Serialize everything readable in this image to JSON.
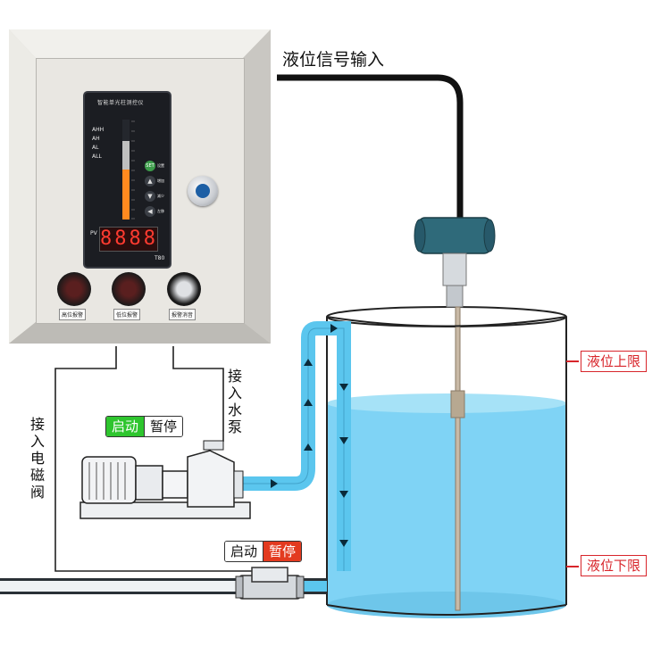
{
  "signal_label": "液位信号输入",
  "level_upper_label": "液位上限",
  "level_lower_label": "液位下限",
  "pump_label_chars": [
    "接",
    "入",
    "水",
    "泵"
  ],
  "valve_label_chars": [
    "接",
    "入",
    "电",
    "磁",
    "阀"
  ],
  "pump_control": {
    "start": "启动",
    "stop": "暂停",
    "active": "start"
  },
  "valve_control": {
    "start": "启动",
    "stop": "暂停",
    "active": "stop"
  },
  "controller": {
    "title": "智能单光柱测控仪",
    "alarms": [
      "AHH",
      "AH",
      "AL",
      "ALL"
    ],
    "display": "8888",
    "pv_label": "PV",
    "model": "T80",
    "keys": [
      "SET",
      "▲",
      "▼",
      "◀"
    ],
    "key_labels": [
      "设置",
      "增加",
      "减少",
      "左移"
    ],
    "scale": [
      "100",
      "90",
      "80",
      "70",
      "60",
      "50",
      "40",
      "30",
      "20",
      "10",
      "0"
    ]
  },
  "switches": [
    {
      "label": "高位报警"
    },
    {
      "label": "低位报警"
    },
    {
      "label": "报警消音"
    }
  ],
  "colors": {
    "water": "#7fd3f5",
    "water_top": "#a6e2f7",
    "pipe_blue": "#5bc6ee",
    "cabinet": "#e8e6e1",
    "accent_red": "#d8252b",
    "green": "#2ec52e"
  }
}
